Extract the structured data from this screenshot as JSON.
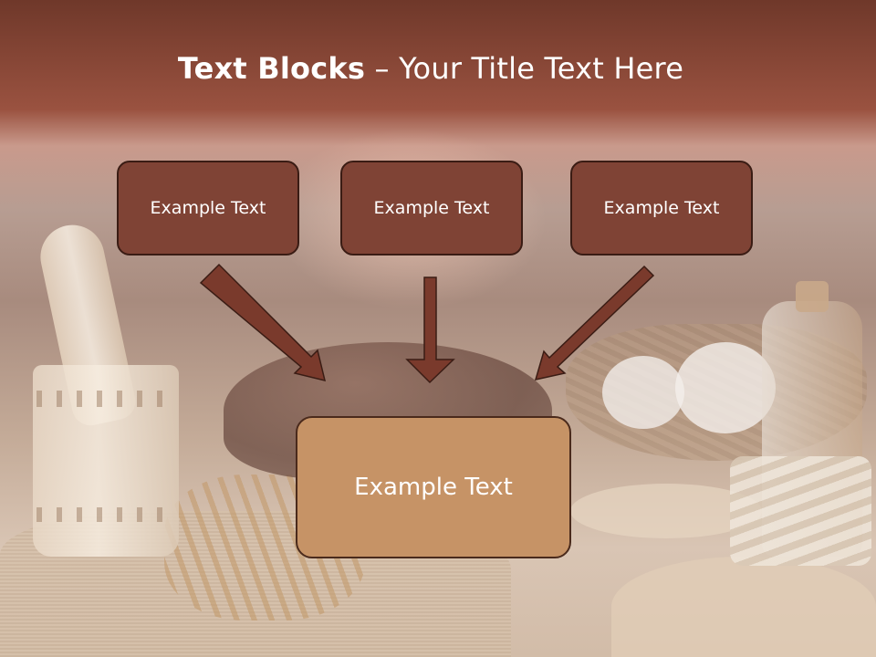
{
  "slide": {
    "title_bold": "Text Blocks",
    "title_dash": " – ",
    "title_rest": "Your Title Text Here"
  },
  "blocks": [
    {
      "label": "Example Text"
    },
    {
      "label": "Example Text"
    },
    {
      "label": "Example Text"
    }
  ],
  "main_block": {
    "label": "Example Text"
  },
  "colors": {
    "header": "#7a3d2e",
    "block_fill": "#7f4335",
    "main_fill": "#c69366",
    "arrow": "#7a3a2c",
    "border": "#3a1c14"
  }
}
